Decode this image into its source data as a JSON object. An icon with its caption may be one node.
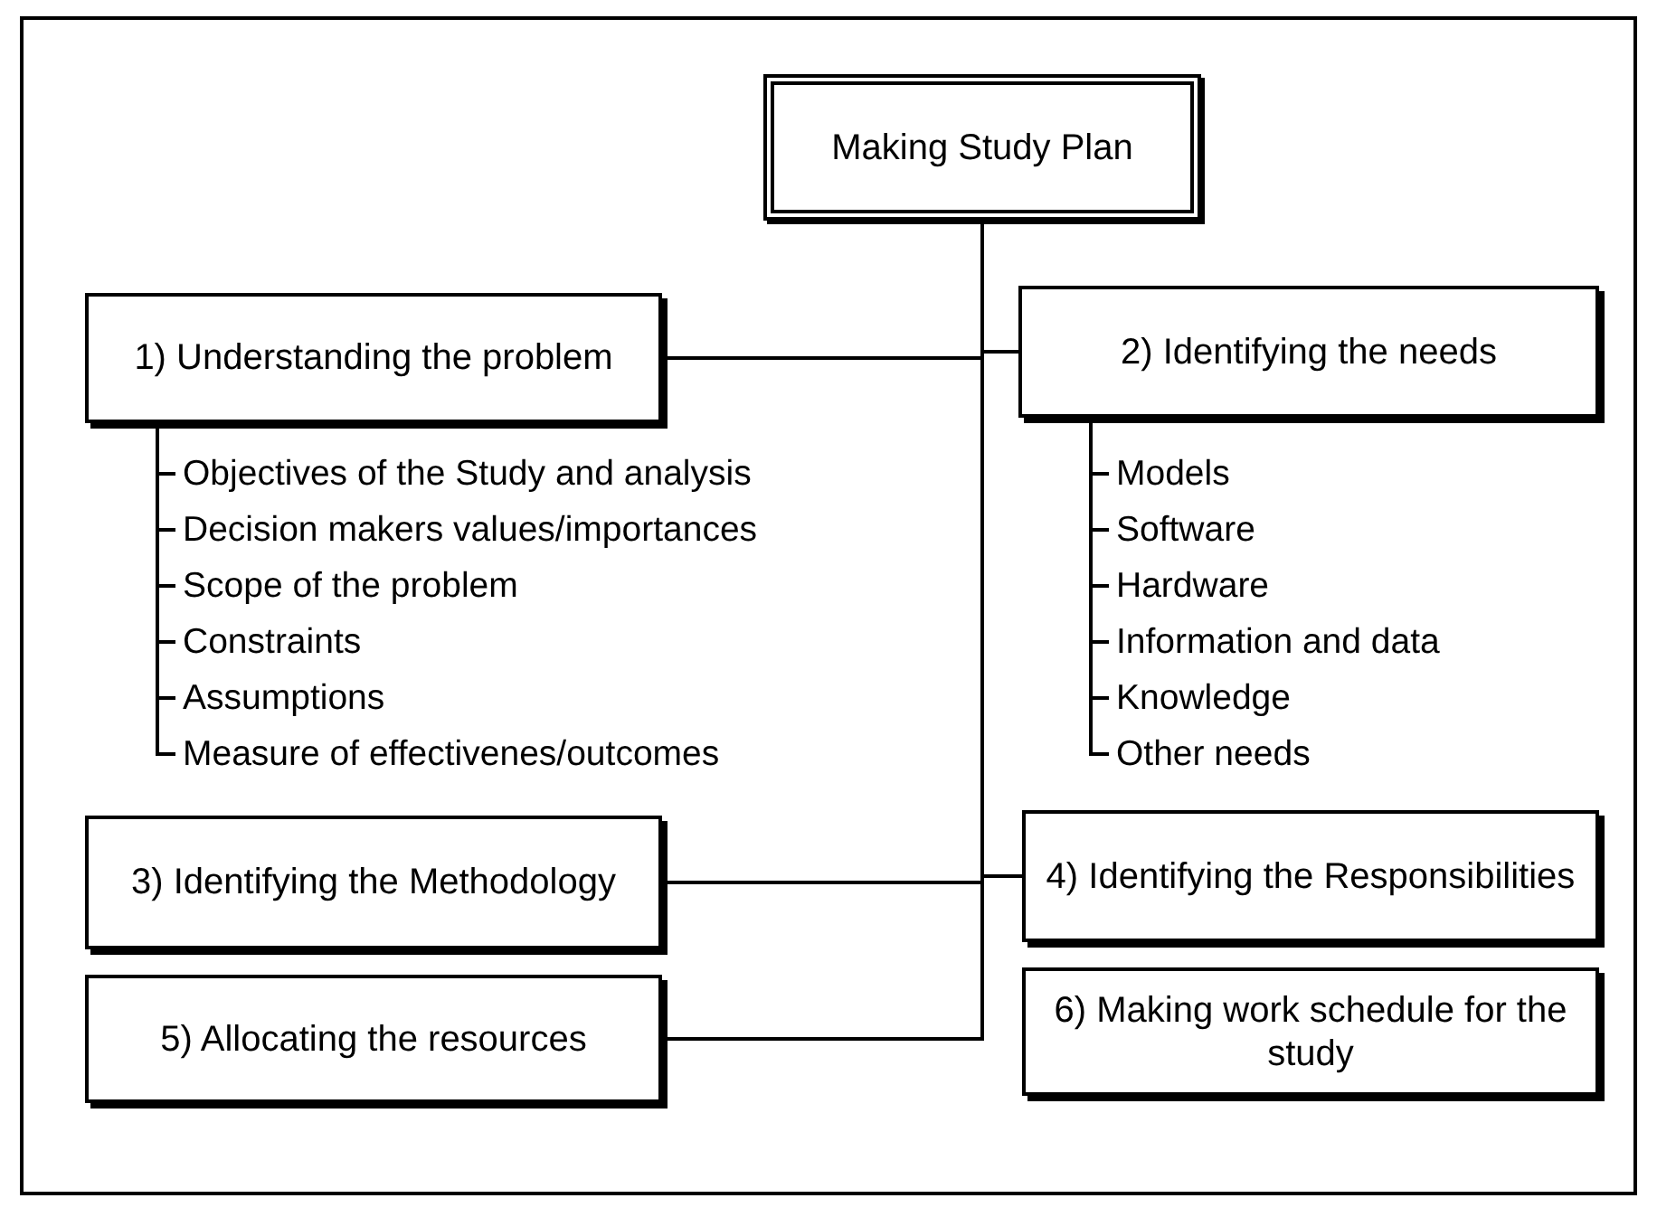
{
  "diagram": {
    "nodes": [
      {
        "text": [
          "Making Study Plan"
        ]
      },
      {
        "text": [
          "1) Understanding the problem"
        ]
      },
      {
        "text": [
          "2) Identifying the needs"
        ]
      },
      {
        "text": [
          "Objectives of the Study and analysis"
        ]
      },
      {
        "text": [
          "Decision makers values/importances"
        ]
      },
      {
        "text": [
          "Scope of the problem"
        ]
      },
      {
        "text": [
          "Constraints"
        ]
      },
      {
        "text": [
          "Assumptions"
        ]
      },
      {
        "text": [
          "Measure of effectivenes/outcomes"
        ]
      },
      {
        "text": [
          "Models"
        ]
      },
      {
        "text": [
          "Software"
        ]
      },
      {
        "text": [
          "Hardware"
        ]
      },
      {
        "text": [
          "Information and data"
        ]
      },
      {
        "text": [
          "Knowledge"
        ]
      },
      {
        "text": [
          "Other needs"
        ]
      },
      {
        "text": [
          "3) Identifying the Methodology"
        ]
      },
      {
        "text": [
          "4) Identifying the Responsibilities"
        ]
      },
      {
        "text": [
          "5) Allocating the resources"
        ]
      },
      {
        "text": [
          "6) Making work schedule for the study"
        ]
      }
    ],
    "edges": [
      {
        "from": 0,
        "to": 1,
        "arrow": "none"
      },
      {
        "from": 0,
        "to": 2,
        "arrow": "none"
      },
      {
        "from": 0,
        "to": 15,
        "arrow": "none"
      },
      {
        "from": 0,
        "to": 16,
        "arrow": "none"
      },
      {
        "from": 0,
        "to": 17,
        "arrow": "none"
      },
      {
        "from": 1,
        "to": 3,
        "arrow": "none"
      },
      {
        "from": 1,
        "to": 4,
        "arrow": "none"
      },
      {
        "from": 1,
        "to": 5,
        "arrow": "none"
      },
      {
        "from": 1,
        "to": 6,
        "arrow": "none"
      },
      {
        "from": 1,
        "to": 7,
        "arrow": "none"
      },
      {
        "from": 1,
        "to": 8,
        "arrow": "none"
      },
      {
        "from": 2,
        "to": 9,
        "arrow": "none"
      },
      {
        "from": 2,
        "to": 10,
        "arrow": "none"
      },
      {
        "from": 2,
        "to": 11,
        "arrow": "none"
      },
      {
        "from": 2,
        "to": 12,
        "arrow": "none"
      },
      {
        "from": 2,
        "to": 13,
        "arrow": "none"
      },
      {
        "from": 2,
        "to": 14,
        "arrow": "none"
      }
    ]
  }
}
